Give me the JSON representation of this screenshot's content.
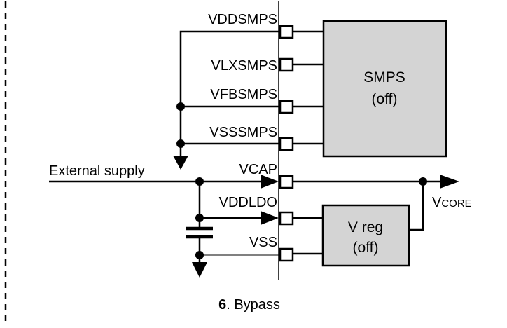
{
  "figure": {
    "caption_number": "6",
    "caption_text": ". Bypass"
  },
  "pins": {
    "vddsmps": "VDDSMPS",
    "vlxsmps": "VLXSMPS",
    "vfbsmps": "VFBSMPS",
    "vsssmps": "VSSSMPS",
    "vcap": "VCAP",
    "vddldo": "VDDLDO",
    "vss": "VSS"
  },
  "blocks": {
    "smps_title": "SMPS",
    "smps_state": "(off)",
    "vreg_title": "V reg",
    "vreg_state": "(off)"
  },
  "signals": {
    "external_supply": "External supply",
    "vcore_v": "V",
    "vcore_sub": "CORE"
  },
  "colors": {
    "block_fill": "#d4d4d4",
    "line": "#000000",
    "background": "#ffffff"
  }
}
